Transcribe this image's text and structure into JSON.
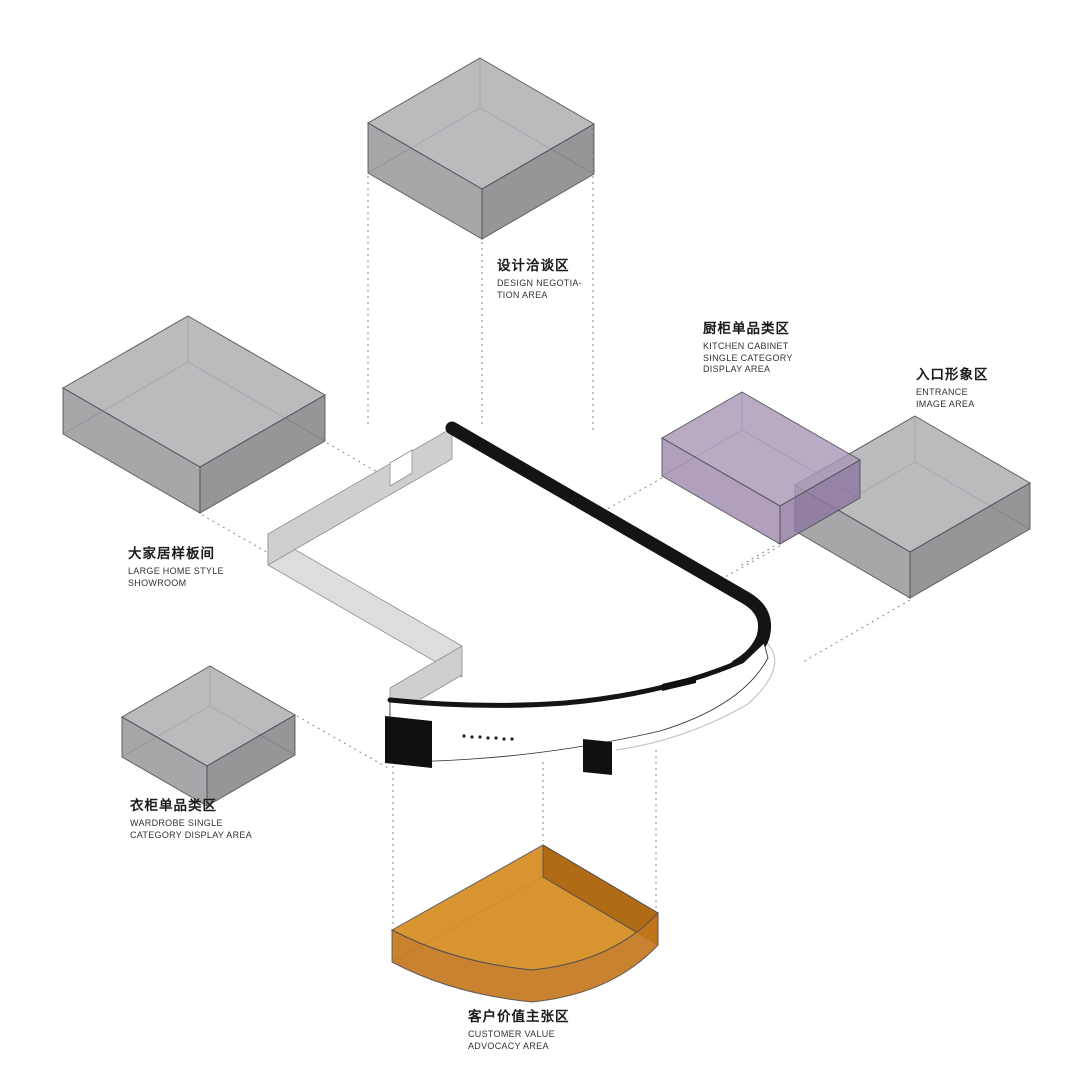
{
  "zones": {
    "design_negotiation": {
      "zh": "设计洽谈区",
      "en": "DESIGN NEGOTIA-\nTION AREA"
    },
    "kitchen_cabinet": {
      "zh": "厨柜单品类区",
      "en": "KITCHEN CABINET\nSINGLE CATEGORY\nDISPLAY AREA"
    },
    "entrance_image": {
      "zh": "入口形象区",
      "en": "ENTRANCE\nIMAGE AREA"
    },
    "large_home_showroom": {
      "zh": "大家居样板间",
      "en": "LARGE HOME STYLE\nSHOWROOM"
    },
    "wardrobe": {
      "zh": "衣柜单品类区",
      "en": "WARDROBE SINGLE\nCATEGORY DISPLAY AREA"
    },
    "customer_value": {
      "zh": "客户价值主张区",
      "en": "CUSTOMER VALUE\nADVOCACY AREA"
    }
  },
  "colors": {
    "box_top": "#aaaaae",
    "box_left": "#919195",
    "box_right": "#7c7c80",
    "kitchen_top": "#a996b6",
    "kitchen_left": "#9c88ac",
    "kitchen_right": "#8d77a0",
    "orange_top": "#d5881c",
    "orange_front": "#c37418",
    "orange_side": "#ab6614",
    "wall_black": "#141414",
    "wall_gray": "#cfcfcf",
    "wall_gray_light": "#dddddd",
    "leader": "#9a9a9a"
  }
}
